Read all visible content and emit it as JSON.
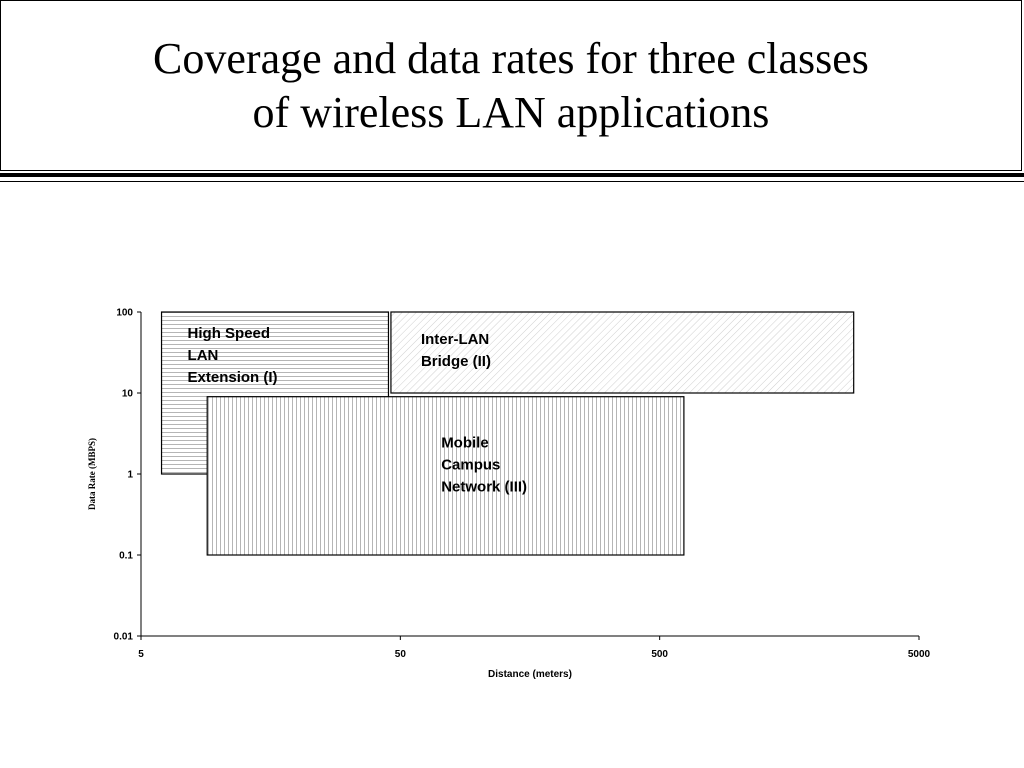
{
  "title": {
    "line1": "Coverage and data rates for three classes",
    "line2": "of wireless LAN applications"
  },
  "chart_data": {
    "type": "area",
    "xlabel": "Distance (meters)",
    "ylabel": "Data Rate (MBPS)",
    "x_scale": "log",
    "y_scale": "log",
    "xlim": [
      5,
      5000
    ],
    "ylim": [
      0.01,
      100
    ],
    "x_ticks": [
      "5",
      "50",
      "500",
      "5000"
    ],
    "y_ticks": [
      "100",
      "10",
      "1",
      "0.1",
      "0.01"
    ],
    "grid": false,
    "regions": [
      {
        "label_lines": [
          "High Speed",
          "LAN",
          "Extension (I)"
        ],
        "x": [
          6,
          45
        ],
        "y": [
          1,
          100
        ],
        "fill": "horizontal-hatch"
      },
      {
        "label_lines": [
          "Inter-LAN",
          "Bridge (II)"
        ],
        "x": [
          46,
          2800
        ],
        "y": [
          10,
          100
        ],
        "fill": "diagonal-hatch"
      },
      {
        "label_lines": [
          "Mobile",
          "Campus",
          "Network (III)"
        ],
        "x": [
          9,
          620
        ],
        "y": [
          0.1,
          9
        ],
        "fill": "vertical-hatch"
      }
    ]
  }
}
